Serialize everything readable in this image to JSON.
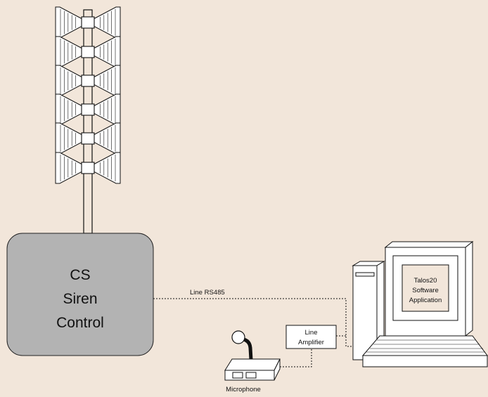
{
  "control_box": {
    "lines": [
      "CS",
      "Siren",
      "Control"
    ]
  },
  "link": {
    "label": "Line RS485"
  },
  "amplifier": {
    "lines": [
      "Line",
      "Amplifier"
    ]
  },
  "microphone": {
    "label": "Microphone"
  },
  "software": {
    "lines": [
      "Talos20",
      "Software",
      "Application"
    ]
  },
  "colors": {
    "background": "#f2e6da",
    "control_box_fill": "#b3b3b3",
    "device_fill": "#ffffff",
    "monitor_screen": "#f2e6da",
    "line": "#111111"
  },
  "icons": [
    "siren-speaker-tower-icon",
    "microphone-icon",
    "computer-icon"
  ]
}
